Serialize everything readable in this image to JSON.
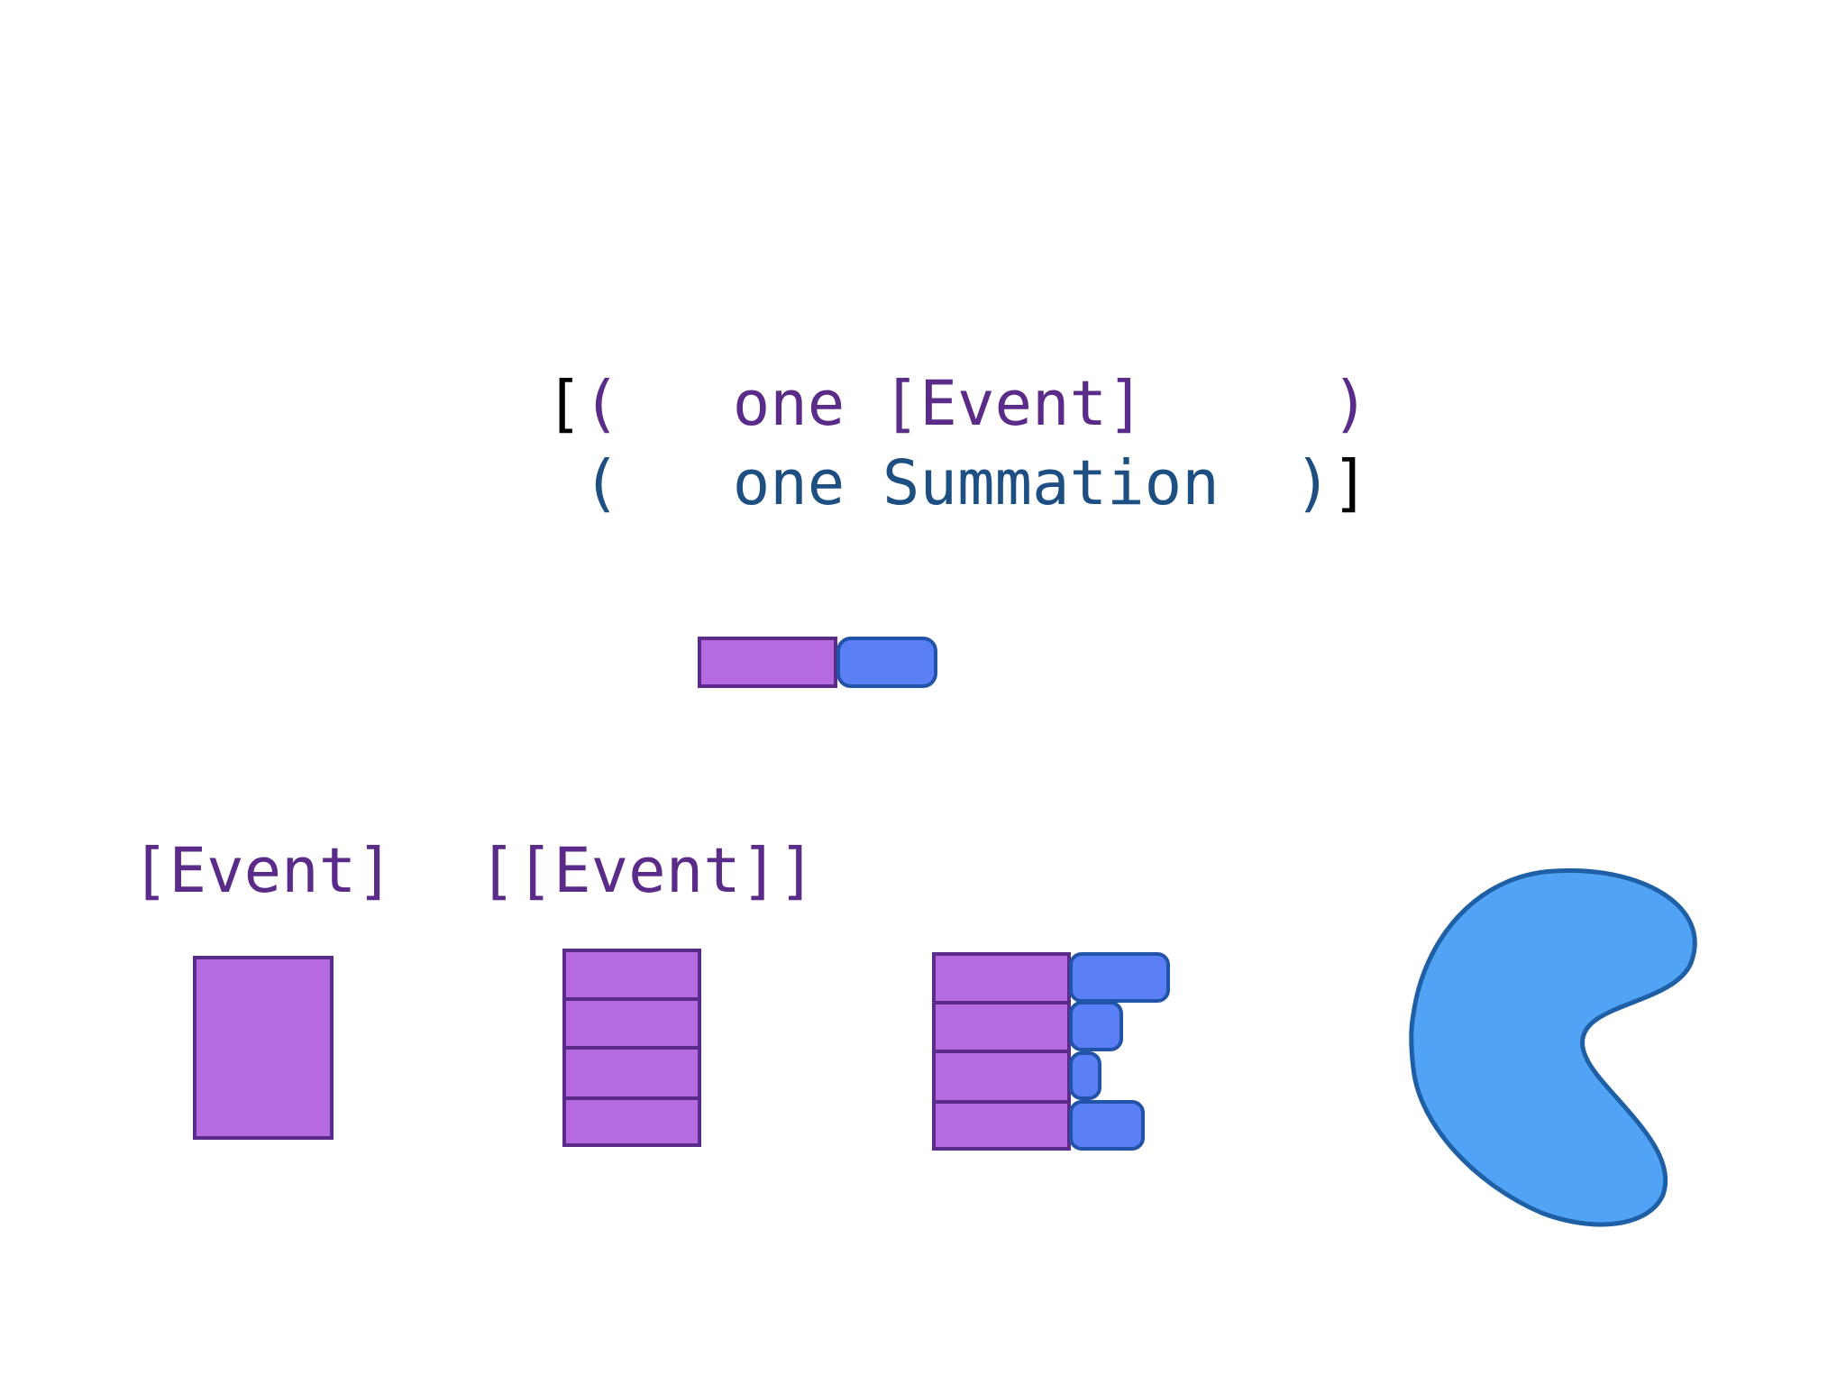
{
  "colors": {
    "bracket": "#000000",
    "event_text": "#5b2b8a",
    "summation_text": "#1e4f82",
    "event_fill": "#b66ae2",
    "event_stroke": "#5b2b8a",
    "summation_fill": "#5b80f5",
    "summation_stroke": "#2153a8",
    "blob_fill": "#50a3f5",
    "blob_stroke": "#1e5fa5"
  },
  "expression": {
    "line1": {
      "outer_open": "[",
      "paren_open": "(",
      "spacer": "   ",
      "type": "one [Event]",
      "pad": "     ",
      "paren_close": ")"
    },
    "line2": {
      "lead": " ",
      "paren_open": "(",
      "spacer": "   ",
      "type": "one Summation",
      "pad": "  ",
      "paren_close": ")",
      "outer_close": "]"
    }
  },
  "labels": {
    "event": "[Event]",
    "event_list": "[[Event]]"
  },
  "icons": {
    "pair": "event-summation-pair-icon",
    "single_event": "event-block-icon",
    "event_stack": "event-stack-icon",
    "event_stack_with_summations": "event-summation-stack-icon",
    "blob": "kidney-blob-icon"
  }
}
